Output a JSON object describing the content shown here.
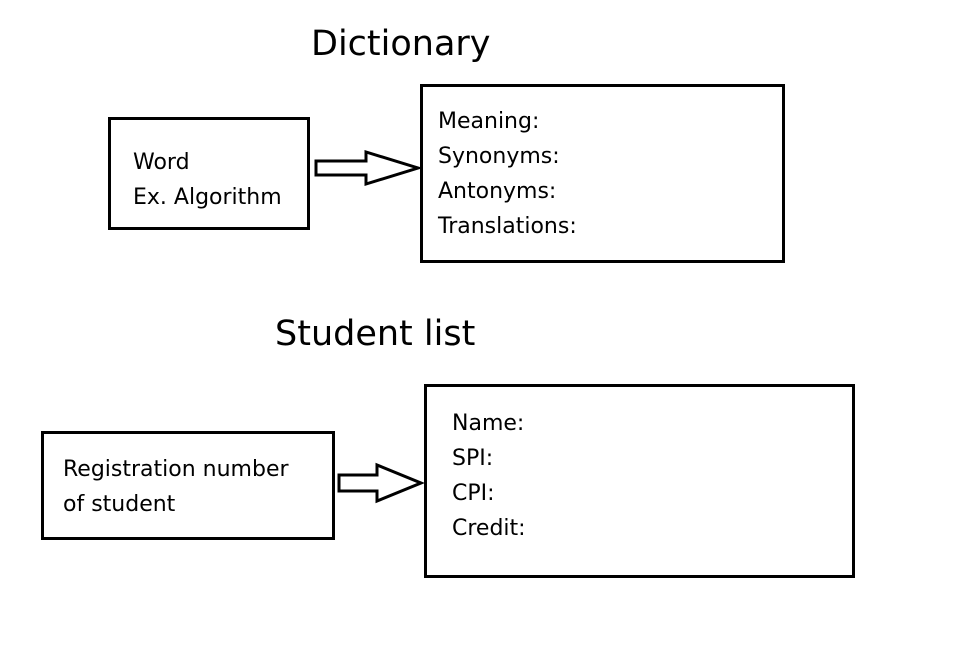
{
  "dictionary": {
    "title": "Dictionary",
    "input_lines": [
      "Word",
      "Ex. Algorithm"
    ],
    "output_fields": [
      "Meaning:",
      "Synonyms:",
      "Antonyms:",
      "Translations:"
    ]
  },
  "student_list": {
    "title": "Student list",
    "input_lines": [
      "Registration number",
      "of student"
    ],
    "output_fields": [
      "Name:",
      "SPI:",
      "CPI:",
      "Credit:"
    ]
  }
}
